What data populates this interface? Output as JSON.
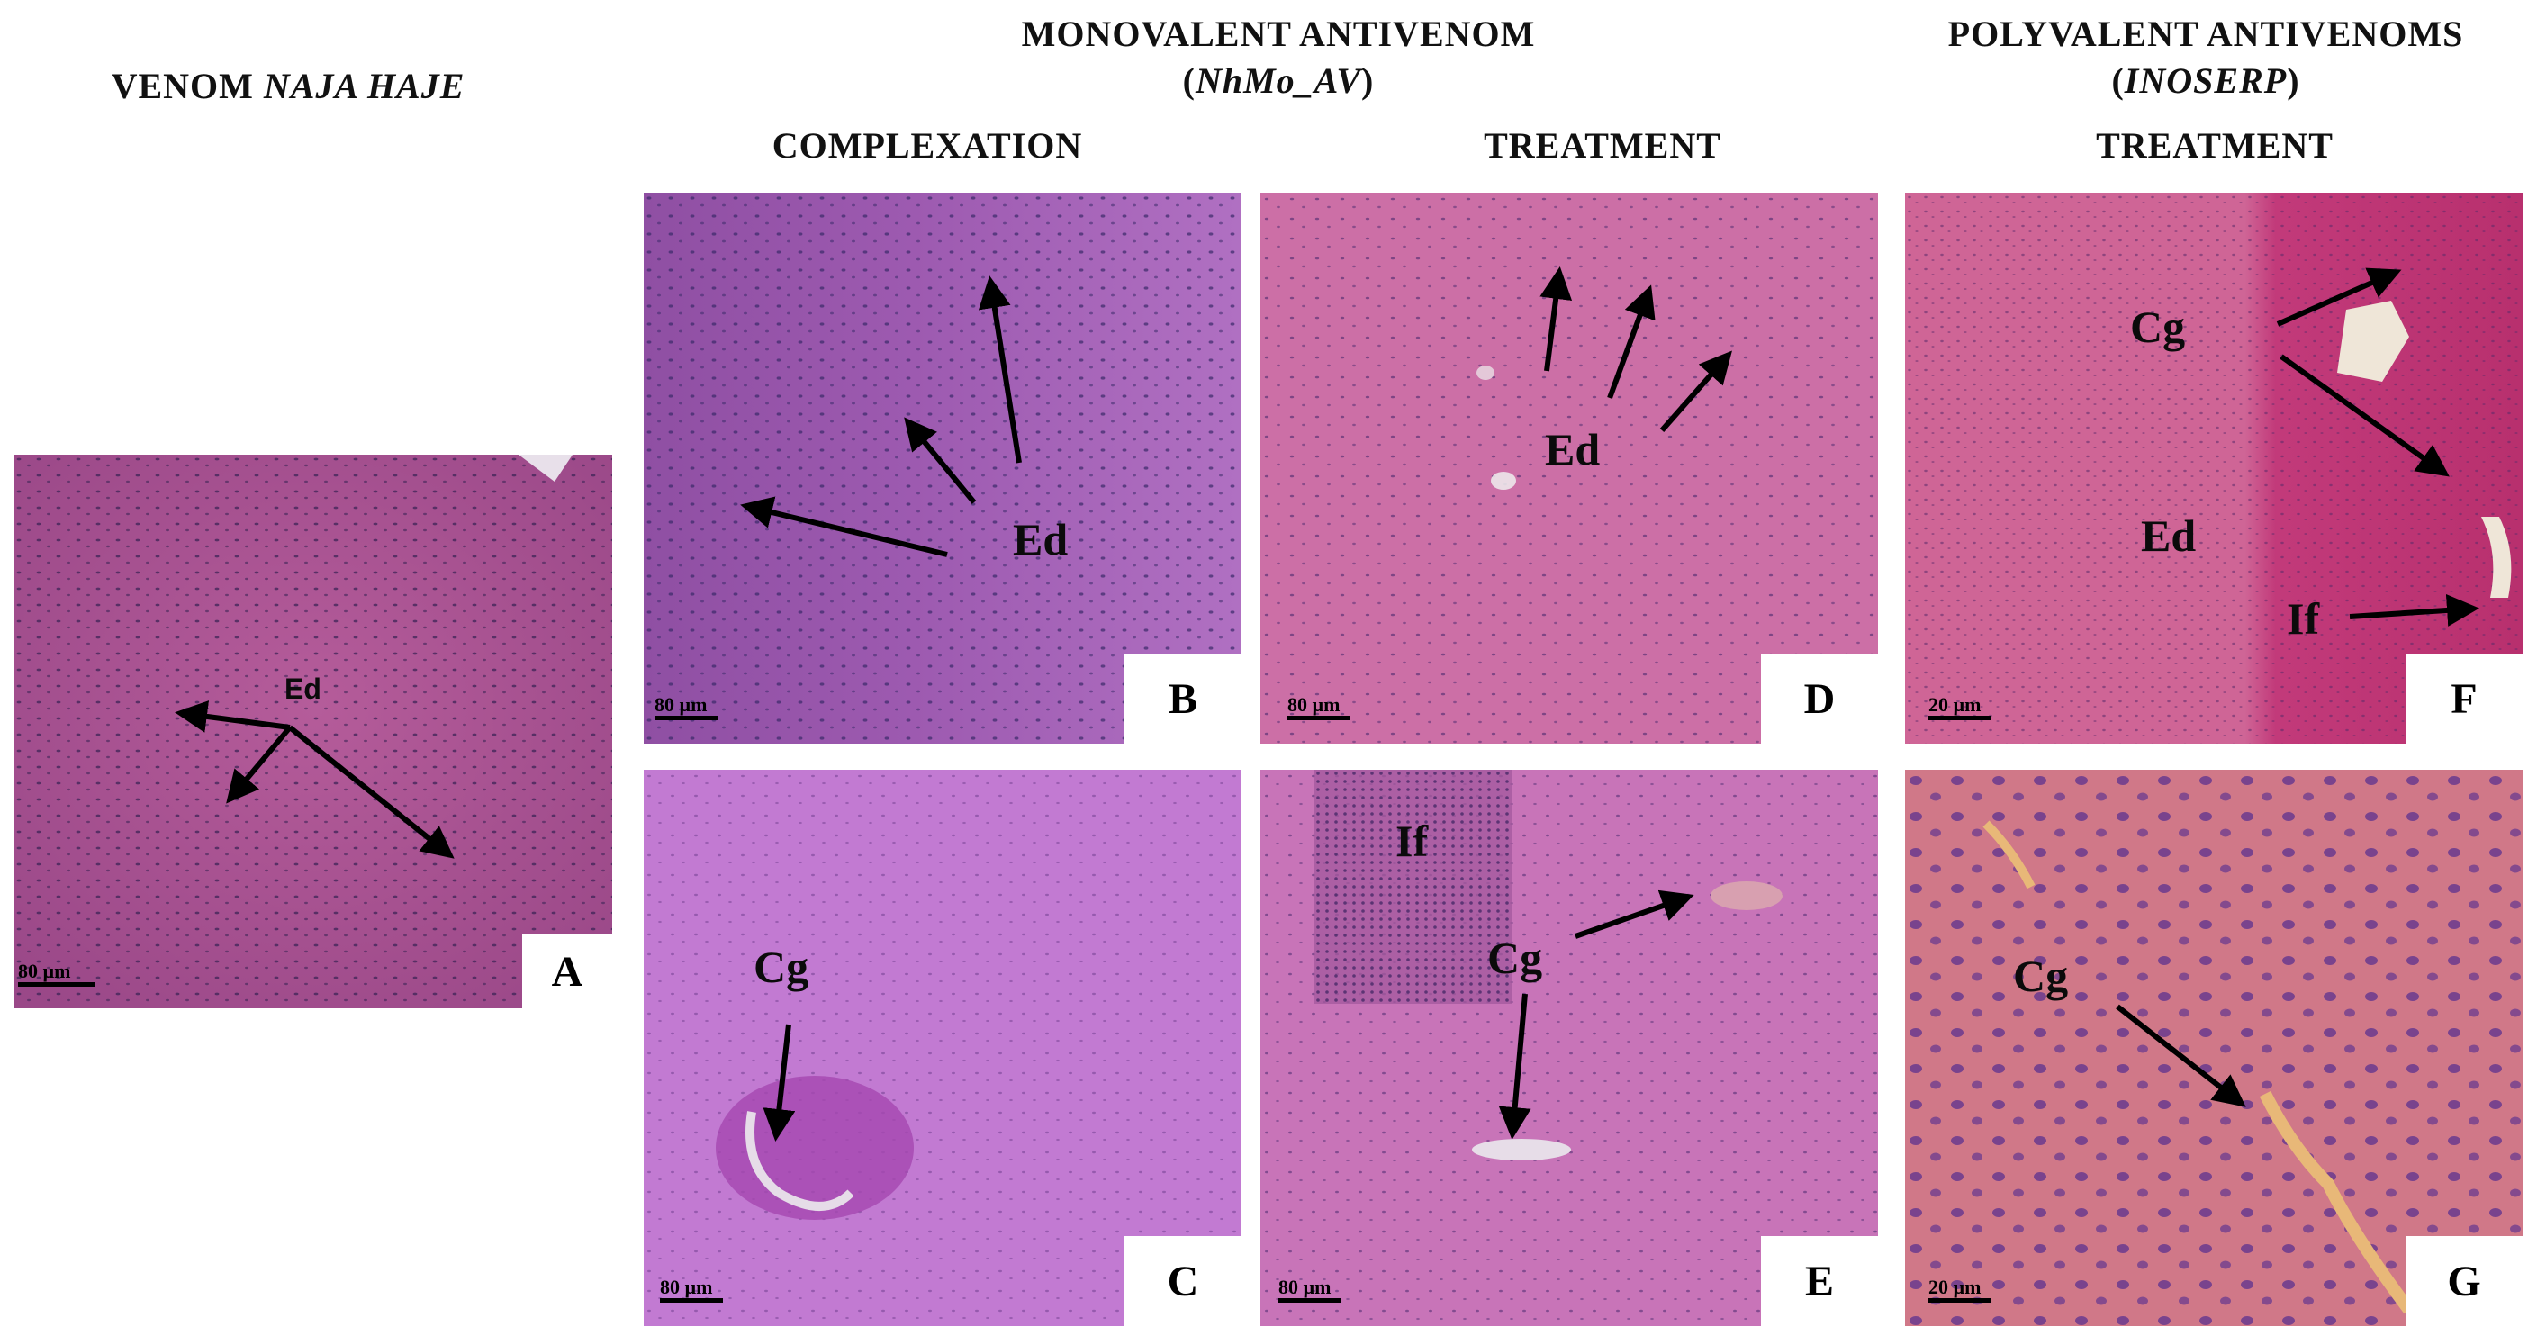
{
  "headings": {
    "venom": {
      "prefix": "VENOM ",
      "species": "NAJA HAJE"
    },
    "monovalent": {
      "line1": "MONOVALENT ANTIVENOM",
      "line2_open": "(",
      "line2_italic": "NhMo_AV",
      "line2_close": ")"
    },
    "complexation": "COMPLEXATION",
    "treatment_mono": "TREATMENT",
    "polyvalent": {
      "line1": "POLYVALENT ANTIVENOMS",
      "line2_open": "(",
      "line2_italic": "INOSERP",
      "line2_close": ")"
    },
    "treatment_poly": "TREATMENT"
  },
  "panels": {
    "A": {
      "label": "A",
      "scale": "80 µm",
      "annotations": [
        "Ed"
      ]
    },
    "B": {
      "label": "B",
      "scale": "80 µm",
      "annotations": [
        "Ed"
      ]
    },
    "C": {
      "label": "C",
      "scale": "80 µm",
      "annotations": [
        "Cg"
      ]
    },
    "D": {
      "label": "D",
      "scale": "80 µm",
      "annotations": [
        "Ed"
      ]
    },
    "E": {
      "label": "E",
      "scale": "80 µm",
      "annotations": [
        "If",
        "Cg"
      ]
    },
    "F": {
      "label": "F",
      "scale": "20 µm",
      "annotations": [
        "Cg",
        "Ed",
        "If"
      ]
    },
    "G": {
      "label": "G",
      "scale": "20 µm",
      "annotations": [
        "Cg"
      ]
    }
  },
  "colors": {
    "tissue_A": "#a4508c",
    "tissue_B": "#a862b8",
    "tissue_C": "#c478d0",
    "tissue_D": "#cc6fa6",
    "tissue_E": "#c874b8",
    "tissue_F": "#cf5f8f",
    "tissue_G": "#d0708a",
    "nuclei": "#4a2a6e",
    "arrow": "#000000"
  }
}
